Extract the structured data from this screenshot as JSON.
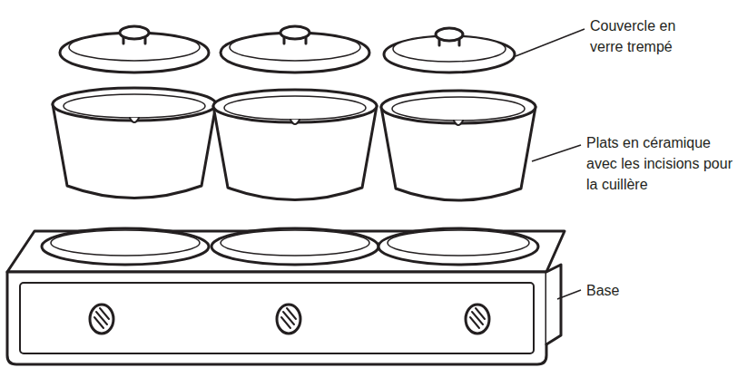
{
  "diagram": {
    "labels": [
      "Couvercle en verre trempé",
      "Plats en céramique avec les incisions pour la cuillère",
      "Base"
    ]
  }
}
